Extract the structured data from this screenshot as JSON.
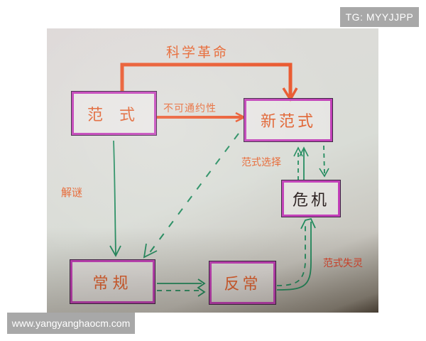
{
  "watermarks": {
    "top_right": "TG: MYYJJPP",
    "bottom_left": "www.yangyanghaocm.com"
  },
  "diagram": {
    "title": "",
    "colors": {
      "box_border": "#c23fb8",
      "box_outline": "#3a2440",
      "red_arrow": "#e9552a",
      "green_arrow": "#1f8a5c",
      "label_text": "#e6632e",
      "paper": "#dcdcd8"
    },
    "nodes": [
      {
        "id": "paradigm",
        "label": "范 式"
      },
      {
        "id": "new_paradigm",
        "label": "新范式"
      },
      {
        "id": "crisis",
        "label": "危机"
      },
      {
        "id": "normal",
        "label": "常规"
      },
      {
        "id": "anomaly",
        "label": "反常"
      }
    ],
    "edges": [
      {
        "from": "paradigm",
        "to": "new_paradigm",
        "label": "科学革命",
        "style": "solid",
        "color": "red",
        "route": "over-top"
      },
      {
        "from": "paradigm",
        "to": "new_paradigm",
        "label": "不可通约性",
        "style": "solid",
        "color": "red",
        "route": "direct"
      },
      {
        "from": "paradigm",
        "to": "normal",
        "label": "解谜",
        "style": "solid",
        "color": "green"
      },
      {
        "from": "new_paradigm",
        "to": "normal",
        "label": "",
        "style": "dashed",
        "color": "green"
      },
      {
        "from": "normal",
        "to": "anomaly",
        "label": "",
        "style": "solid+dashed",
        "color": "green"
      },
      {
        "from": "anomaly",
        "to": "crisis",
        "label": "范式失灵",
        "style": "solid+dashed",
        "color": "green"
      },
      {
        "from": "crisis",
        "to": "new_paradigm",
        "label": "范式选择",
        "style": "solid+dashed",
        "color": "green"
      },
      {
        "from": "new_paradigm",
        "to": "crisis",
        "label": "",
        "style": "dashed",
        "color": "green"
      }
    ],
    "labels": {
      "scientific_revolution": "科学革命",
      "incommensurability": "不可通约性",
      "puzzle_solving": "解谜",
      "paradigm_choice": "范式选择",
      "paradigm_failure": "范式失灵"
    }
  }
}
